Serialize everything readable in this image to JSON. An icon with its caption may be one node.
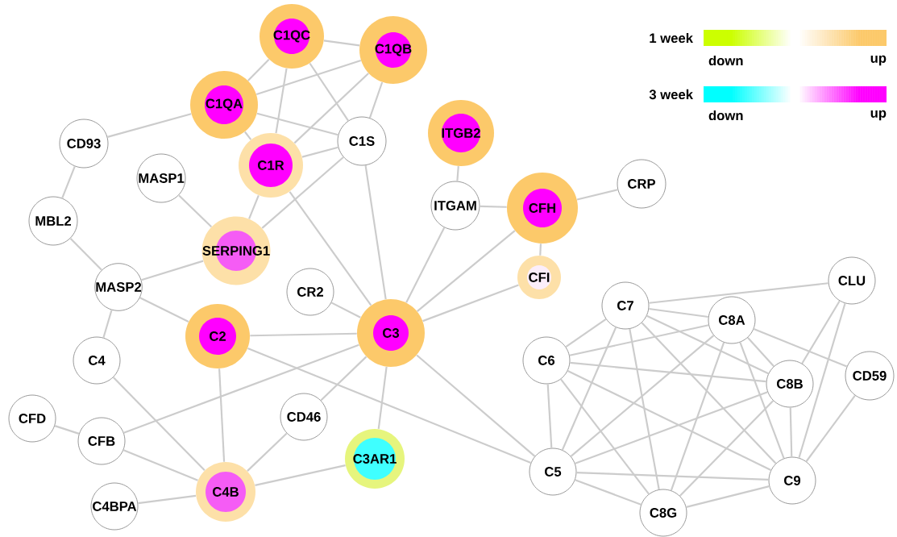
{
  "diagram": {
    "nodes": [
      {
        "text": [
          "C1QC"
        ]
      },
      {
        "text": [
          "C1QB"
        ]
      },
      {
        "text": [
          "C1QA"
        ]
      },
      {
        "text": [
          "CD93"
        ]
      },
      {
        "text": [
          "C1S"
        ]
      },
      {
        "text": [
          "C1R"
        ]
      },
      {
        "text": [
          "ITGB2"
        ]
      },
      {
        "text": [
          "MASP1"
        ]
      },
      {
        "text": [
          "ITGAM"
        ]
      },
      {
        "text": [
          "CFH"
        ]
      },
      {
        "text": [
          "CRP"
        ]
      },
      {
        "text": [
          "MBL2"
        ]
      },
      {
        "text": [
          "SERPING1"
        ]
      },
      {
        "text": [
          "CFI"
        ]
      },
      {
        "text": [
          "MASP2"
        ]
      },
      {
        "text": [
          "CR2"
        ]
      },
      {
        "text": [
          "C2"
        ]
      },
      {
        "text": [
          "C3"
        ]
      },
      {
        "text": [
          "C7"
        ]
      },
      {
        "text": [
          "C8A"
        ]
      },
      {
        "text": [
          "CLU"
        ]
      },
      {
        "text": [
          "C6"
        ]
      },
      {
        "text": [
          "C4"
        ]
      },
      {
        "text": [
          "C8B"
        ]
      },
      {
        "text": [
          "CD59"
        ]
      },
      {
        "text": [
          "CFD"
        ]
      },
      {
        "text": [
          "CD46"
        ]
      },
      {
        "text": [
          "CFB"
        ]
      },
      {
        "text": [
          "C3AR1"
        ]
      },
      {
        "text": [
          "C5"
        ]
      },
      {
        "text": [
          "C4B"
        ]
      },
      {
        "text": [
          "C9"
        ]
      },
      {
        "text": [
          "C4BPA"
        ]
      },
      {
        "text": [
          "C8G"
        ]
      }
    ],
    "edges": [
      {
        "from": 0,
        "to": 1,
        "arrow": "none"
      },
      {
        "from": 0,
        "to": 2,
        "arrow": "none"
      },
      {
        "from": 0,
        "to": 5,
        "arrow": "none"
      },
      {
        "from": 0,
        "to": 4,
        "arrow": "none"
      },
      {
        "from": 2,
        "to": 1,
        "arrow": "none"
      },
      {
        "from": 1,
        "to": 5,
        "arrow": "none"
      },
      {
        "from": 1,
        "to": 4,
        "arrow": "none"
      },
      {
        "from": 2,
        "to": 3,
        "arrow": "none"
      },
      {
        "from": 2,
        "to": 5,
        "arrow": "none"
      },
      {
        "from": 2,
        "to": 4,
        "arrow": "none"
      },
      {
        "from": 5,
        "to": 4,
        "arrow": "none"
      },
      {
        "from": 5,
        "to": 12,
        "arrow": "none"
      },
      {
        "from": 4,
        "to": 12,
        "arrow": "none"
      },
      {
        "from": 4,
        "to": 17,
        "arrow": "none"
      },
      {
        "from": 5,
        "to": 17,
        "arrow": "none"
      },
      {
        "from": 7,
        "to": 12,
        "arrow": "none"
      },
      {
        "from": 3,
        "to": 11,
        "arrow": "none"
      },
      {
        "from": 11,
        "to": 14,
        "arrow": "none"
      },
      {
        "from": 14,
        "to": 12,
        "arrow": "none"
      },
      {
        "from": 14,
        "to": 16,
        "arrow": "none"
      },
      {
        "from": 14,
        "to": 22,
        "arrow": "none"
      },
      {
        "from": 6,
        "to": 8,
        "arrow": "none"
      },
      {
        "from": 8,
        "to": 9,
        "arrow": "none"
      },
      {
        "from": 8,
        "to": 17,
        "arrow": "none"
      },
      {
        "from": 9,
        "to": 10,
        "arrow": "none"
      },
      {
        "from": 9,
        "to": 13,
        "arrow": "none"
      },
      {
        "from": 9,
        "to": 17,
        "arrow": "none"
      },
      {
        "from": 13,
        "to": 17,
        "arrow": "none"
      },
      {
        "from": 15,
        "to": 17,
        "arrow": "none"
      },
      {
        "from": 16,
        "to": 17,
        "arrow": "none"
      },
      {
        "from": 16,
        "to": 29,
        "arrow": "none"
      },
      {
        "from": 17,
        "to": 29,
        "arrow": "none"
      },
      {
        "from": 17,
        "to": 27,
        "arrow": "none"
      },
      {
        "from": 17,
        "to": 26,
        "arrow": "none"
      },
      {
        "from": 17,
        "to": 28,
        "arrow": "none"
      },
      {
        "from": 16,
        "to": 30,
        "arrow": "none"
      },
      {
        "from": 22,
        "to": 30,
        "arrow": "none"
      },
      {
        "from": 25,
        "to": 27,
        "arrow": "none"
      },
      {
        "from": 27,
        "to": 30,
        "arrow": "none"
      },
      {
        "from": 32,
        "to": 30,
        "arrow": "none"
      },
      {
        "from": 26,
        "to": 30,
        "arrow": "none"
      },
      {
        "from": 30,
        "to": 28,
        "arrow": "none"
      },
      {
        "from": 18,
        "to": 20,
        "arrow": "none"
      },
      {
        "from": 18,
        "to": 19,
        "arrow": "none"
      },
      {
        "from": 18,
        "to": 21,
        "arrow": "none"
      },
      {
        "from": 18,
        "to": 29,
        "arrow": "none"
      },
      {
        "from": 18,
        "to": 33,
        "arrow": "none"
      },
      {
        "from": 18,
        "to": 23,
        "arrow": "none"
      },
      {
        "from": 18,
        "to": 31,
        "arrow": "none"
      },
      {
        "from": 19,
        "to": 21,
        "arrow": "none"
      },
      {
        "from": 19,
        "to": 29,
        "arrow": "none"
      },
      {
        "from": 19,
        "to": 33,
        "arrow": "none"
      },
      {
        "from": 19,
        "to": 23,
        "arrow": "none"
      },
      {
        "from": 19,
        "to": 31,
        "arrow": "none"
      },
      {
        "from": 19,
        "to": 24,
        "arrow": "none"
      },
      {
        "from": 21,
        "to": 23,
        "arrow": "none"
      },
      {
        "from": 21,
        "to": 29,
        "arrow": "none"
      },
      {
        "from": 21,
        "to": 33,
        "arrow": "none"
      },
      {
        "from": 21,
        "to": 31,
        "arrow": "none"
      },
      {
        "from": 23,
        "to": 29,
        "arrow": "none"
      },
      {
        "from": 23,
        "to": 33,
        "arrow": "none"
      },
      {
        "from": 23,
        "to": 31,
        "arrow": "none"
      },
      {
        "from": 23,
        "to": 20,
        "arrow": "none"
      },
      {
        "from": 20,
        "to": 31,
        "arrow": "none"
      },
      {
        "from": 24,
        "to": 31,
        "arrow": "none"
      },
      {
        "from": 29,
        "to": 31,
        "arrow": "none"
      },
      {
        "from": 29,
        "to": 33,
        "arrow": "none"
      },
      {
        "from": 33,
        "to": 31,
        "arrow": "none"
      }
    ],
    "labels": [
      "down",
      "up",
      "down",
      "up"
    ],
    "legend": [
      {
        "text": "1 week"
      },
      {
        "text": "3 week"
      }
    ]
  }
}
